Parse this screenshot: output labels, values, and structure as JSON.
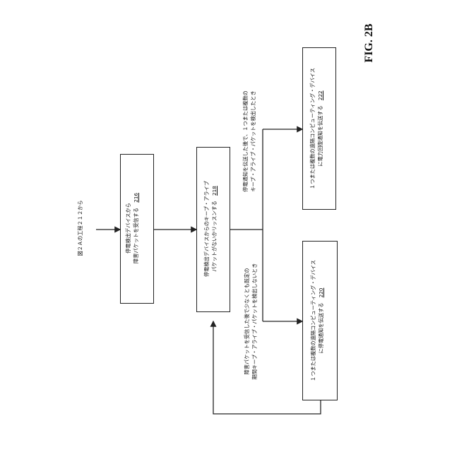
{
  "figure": {
    "label": "FIG. 2B"
  },
  "start": {
    "text": "図２Ａの工程２１２から"
  },
  "steps": [
    {
      "id": "216",
      "line1": "停電検出デバイスから",
      "line2": "障害パケットを受信する",
      "ref": "216"
    },
    {
      "id": "218",
      "line1": "停電検出デバイスからのキープ・アライブ",
      "line2": "パケットがないかリッスンする",
      "ref": "218"
    },
    {
      "id": "220",
      "line1": "１つまたは複数の遠隔コンピューティング・デバイス",
      "line2": "に停電通知を伝送する",
      "ref": "220"
    },
    {
      "id": "222",
      "line1": "１つまたは複数の遠隔コンピューティング・デバイス",
      "line2": "に電力回復通知を伝送する",
      "ref": "222"
    }
  ],
  "branches": {
    "no_keepalive": {
      "line1": "障害パケットを受信した後で少なくとも既定の",
      "line2": "期間キープ・アライブ・パケットを検出しないとき"
    },
    "keepalive": {
      "line1": "停電通知を伝送した後で、１つまたは複数の",
      "line2": "キープ・アライブ・パケットを検出したとき"
    }
  }
}
